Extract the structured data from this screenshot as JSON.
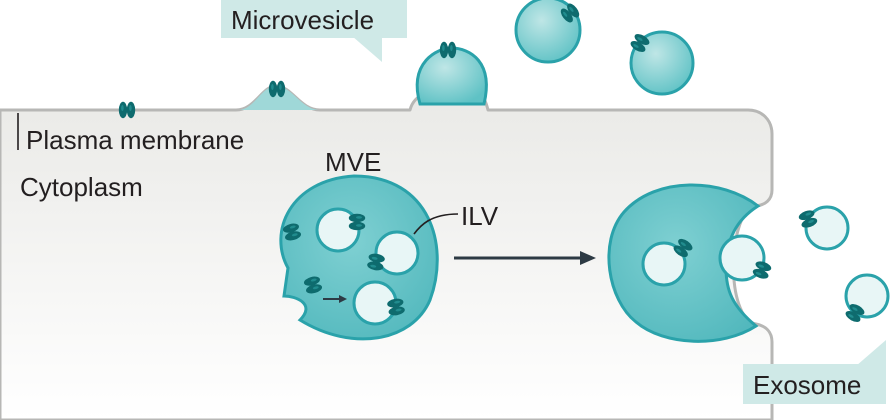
{
  "labels": {
    "microvesicle": "Microvesicle",
    "plasma_membrane": "Plasma membrane",
    "cytoplasm": "Cytoplasm",
    "mve": "MVE",
    "ilv": "ILV",
    "exosome": "Exosome"
  },
  "colors": {
    "vesicle_fill": "#5fc2c5",
    "vesicle_light": "#bfe6e6",
    "membrane_stroke": "#2aa2aa",
    "protein": "#0e6b6e",
    "cell_fill": "#eeeeec",
    "cell_border": "#b7b7b5",
    "callout_bg": "#cfe9e7",
    "arrow": "#2d3a44"
  },
  "icons": [
    "transmembrane-protein-icon",
    "process-arrow-icon"
  ]
}
